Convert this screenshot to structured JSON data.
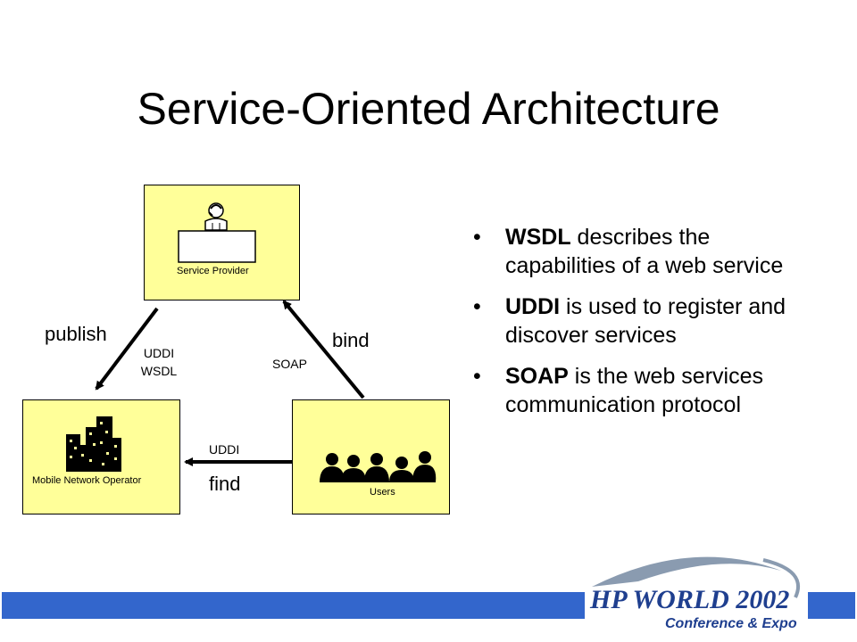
{
  "slide": {
    "title": "Service-Oriented Architecture"
  },
  "diagram": {
    "nodes": {
      "provider": {
        "label": "Service Provider",
        "icon": "person-at-desk-icon"
      },
      "operator": {
        "label": "Mobile Network Operator",
        "icon": "city-buildings-icon"
      },
      "users": {
        "label": "Users",
        "icon": "people-group-icon"
      }
    },
    "edges": {
      "publish": {
        "label": "publish",
        "protocol_line1": "UDDI",
        "protocol_line2": "WSDL"
      },
      "bind": {
        "label": "bind",
        "protocol": "SOAP"
      },
      "find": {
        "label": "find",
        "protocol": "UDDI"
      }
    },
    "box_fill": "#ffff99",
    "arrow_color": "#000000"
  },
  "bullets": [
    {
      "bold": "WSDL",
      "rest": " describes the capabilities of a web service"
    },
    {
      "bold": "UDDI",
      "rest": " is used to register and discover services"
    },
    {
      "bold": "SOAP",
      "rest": " is the web services communication protocol"
    }
  ],
  "bullet_glyph": "•",
  "footer": {
    "bar_color": "#3366cc",
    "logo": {
      "line1": "HP WORLD 2002",
      "line2": "Conference & Expo"
    }
  }
}
